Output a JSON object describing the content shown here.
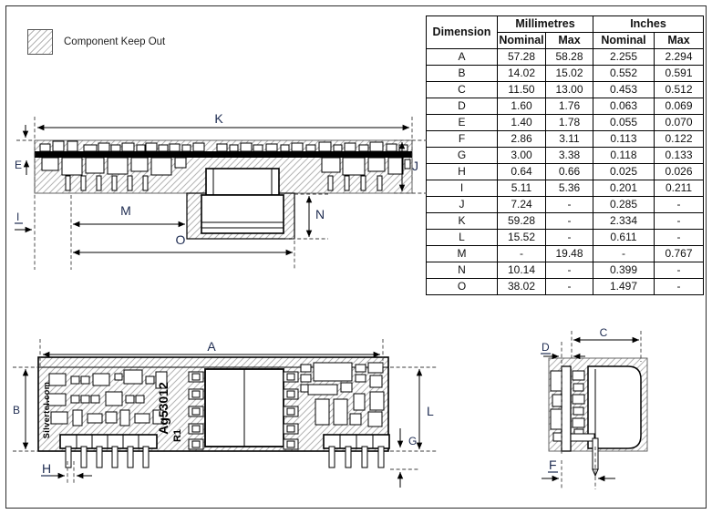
{
  "colors": {
    "line": "#000000",
    "hatch": "#b4b4b4",
    "dim_label": "#1d2b50"
  },
  "legend": {
    "label": "Component Keep Out"
  },
  "dimension_table": {
    "header": {
      "dimension": "Dimension",
      "millimetres": "Millimetres",
      "inches": "Inches",
      "nominal": "Nominal",
      "max": "Max"
    },
    "rows": [
      {
        "dim": "A",
        "mm_nominal": "57.28",
        "mm_max": "58.28",
        "in_nominal": "2.255",
        "in_max": "2.294"
      },
      {
        "dim": "B",
        "mm_nominal": "14.02",
        "mm_max": "15.02",
        "in_nominal": "0.552",
        "in_max": "0.591"
      },
      {
        "dim": "C",
        "mm_nominal": "11.50",
        "mm_max": "13.00",
        "in_nominal": "0.453",
        "in_max": "0.512"
      },
      {
        "dim": "D",
        "mm_nominal": "1.60",
        "mm_max": "1.76",
        "in_nominal": "0.063",
        "in_max": "0.069"
      },
      {
        "dim": "E",
        "mm_nominal": "1.40",
        "mm_max": "1.78",
        "in_nominal": "0.055",
        "in_max": "0.070"
      },
      {
        "dim": "F",
        "mm_nominal": "2.86",
        "mm_max": "3.11",
        "in_nominal": "0.113",
        "in_max": "0.122"
      },
      {
        "dim": "G",
        "mm_nominal": "3.00",
        "mm_max": "3.38",
        "in_nominal": "0.118",
        "in_max": "0.133"
      },
      {
        "dim": "H",
        "mm_nominal": "0.64",
        "mm_max": "0.66",
        "in_nominal": "0.025",
        "in_max": "0.026"
      },
      {
        "dim": "I",
        "mm_nominal": "5.11",
        "mm_max": "5.36",
        "in_nominal": "0.201",
        "in_max": "0.211"
      },
      {
        "dim": "J",
        "mm_nominal": "7.24",
        "mm_max": "-",
        "in_nominal": "0.285",
        "in_max": "-"
      },
      {
        "dim": "K",
        "mm_nominal": "59.28",
        "mm_max": "-",
        "in_nominal": "2.334",
        "in_max": "-"
      },
      {
        "dim": "L",
        "mm_nominal": "15.52",
        "mm_max": "-",
        "in_nominal": "0.611",
        "in_max": "-"
      },
      {
        "dim": "M",
        "mm_nominal": "-",
        "mm_max": "19.48",
        "in_nominal": "-",
        "in_max": "0.767"
      },
      {
        "dim": "N",
        "mm_nominal": "10.14",
        "mm_max": "-",
        "in_nominal": "0.399",
        "in_max": "-"
      },
      {
        "dim": "O",
        "mm_nominal": "38.02",
        "mm_max": "-",
        "in_nominal": "1.497",
        "in_max": "-"
      }
    ]
  },
  "side_view": {
    "labels": {
      "K": "K",
      "E": "E",
      "I": "I",
      "M": "M",
      "O": "O",
      "N": "N",
      "J": "J"
    }
  },
  "top_view": {
    "labels": {
      "A": "A",
      "B": "B",
      "L": "L",
      "G": "G",
      "H": "H"
    },
    "silkscreen": {
      "brand": "Silvertel.com",
      "part": "Ag53012",
      "revision": "R1"
    }
  },
  "end_view": {
    "labels": {
      "C": "C",
      "D": "D",
      "F": "F"
    }
  }
}
